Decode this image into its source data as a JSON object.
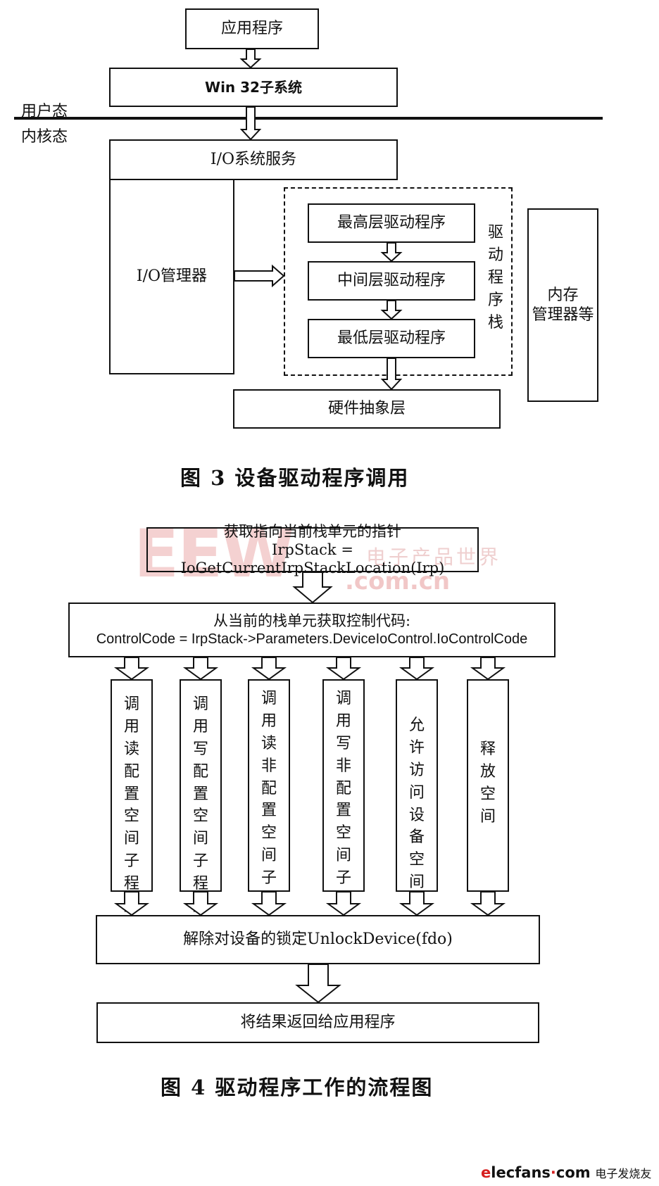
{
  "fig3": {
    "app": "应用程序",
    "win32": "Win 32子系统",
    "user_mode": "用户态",
    "kernel_mode": "内核态",
    "io_services": "I/O系统服务",
    "io_manager": "I/O管理器",
    "top_driver": "最高层驱动程序",
    "mid_driver": "中间层驱动程序",
    "low_driver": "最低层驱动程序",
    "driver_stack": "驱动程序栈",
    "memory_manager_1": "内存",
    "memory_manager_2": "管理器等",
    "hal": "硬件抽象层",
    "caption": "图 3   设备驱动程序调用"
  },
  "fig4": {
    "get_pointer_1": "获取指向当前栈单元的指针",
    "get_pointer_2": "IrpStack = IoGetCurrentIrpStackLocation(Irp)",
    "get_code_1": "从当前的栈单元获取控制代码:",
    "get_code_2": "ControlCode = IrpStack->Parameters.DeviceIoControl.IoControlCode",
    "branches": [
      "调用读配置空间子程序",
      "调用写配置空间子程序",
      "调用读非配置空间子程序",
      "调用写非配置空间子程序",
      "允许访问设备空间",
      "释放空间"
    ],
    "unlock": "解除对设备的锁定UnlockDevice(fdo)",
    "return_result": "将结果返回给应用程序",
    "caption": "图 4   驱动程序工作的流程图"
  },
  "watermark": {
    "big": "EEW",
    "cn": "电子产品世界",
    "url": ".com.cn"
  },
  "logo": {
    "e": "e",
    "rest": "lecfans",
    "dot": "·",
    "com": "com",
    "cn": "电子发烧友"
  }
}
